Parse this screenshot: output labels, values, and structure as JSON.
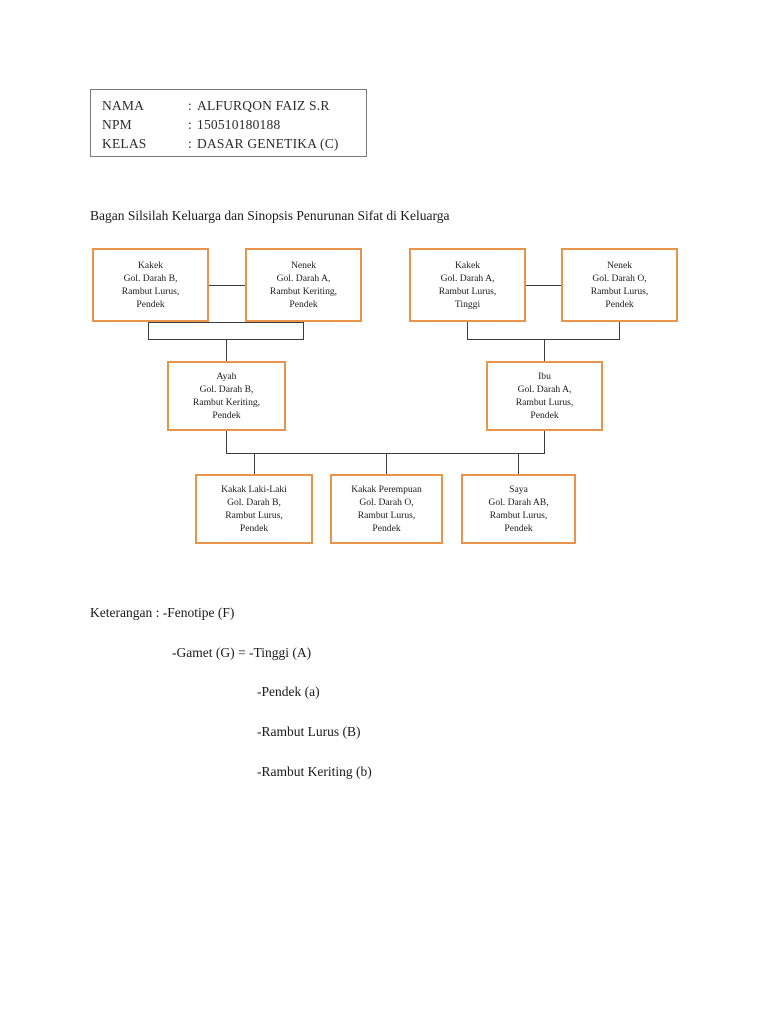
{
  "identity": {
    "rows": [
      {
        "label": "NAMA",
        "sep": ":",
        "value": "ALFURQON FAIZ S.R"
      },
      {
        "label": "NPM",
        "sep": ":",
        "value": "150510180188"
      },
      {
        "label": "KELAS",
        "sep": ":",
        "value": "DASAR GENETIKA (C)"
      }
    ]
  },
  "document": {
    "title": "Bagan Silsilah Keluarga dan Sinopsis Penurunan Sifat di Keluarga"
  },
  "colors": {
    "node_border": "#E8944B",
    "connector": "#3c3c3c",
    "id_box_border": "#7a7a7a",
    "text": "#1a1a1a",
    "background": "#ffffff"
  },
  "pedigree": {
    "generations": [
      {
        "name": "grandparents",
        "nodes": [
          {
            "id": "kakek-paternal",
            "role": "Kakek",
            "lines": [
              "Kakek",
              "Gol. Darah B,",
              "Rambut Lurus,",
              "Pendek"
            ],
            "blood_type": "B",
            "hair": "Rambut Lurus",
            "height": "Pendek"
          },
          {
            "id": "nenek-paternal",
            "role": "Nenek",
            "lines": [
              "Nenek",
              "Gol. Darah A,",
              "Rambut Keriting,",
              "Pendek"
            ],
            "blood_type": "A",
            "hair": "Rambut Keriting",
            "height": "Pendek"
          },
          {
            "id": "kakek-maternal",
            "role": "Kakek",
            "lines": [
              "Kakek",
              "Gol. Darah A,",
              "Rambut Lurus,",
              "Tinggi"
            ],
            "blood_type": "A",
            "hair": "Rambut Lurus",
            "height": "Tinggi"
          },
          {
            "id": "nenek-maternal",
            "role": "Nenek",
            "lines": [
              "Nenek",
              "Gol. Darah O,",
              "Rambut Lurus,",
              "Pendek"
            ],
            "blood_type": "O",
            "hair": "Rambut Lurus",
            "height": "Pendek"
          }
        ]
      },
      {
        "name": "parents",
        "nodes": [
          {
            "id": "ayah",
            "role": "Ayah",
            "lines": [
              "Ayah",
              "Gol. Darah B,",
              "Rambut Keriting,",
              "Pendek"
            ],
            "blood_type": "B",
            "hair": "Rambut Keriting",
            "height": "Pendek"
          },
          {
            "id": "ibu",
            "role": "Ibu",
            "lines": [
              "Ibu",
              "Gol. Darah A,",
              "Rambut Lurus,",
              "Pendek"
            ],
            "blood_type": "A",
            "hair": "Rambut Lurus",
            "height": "Pendek"
          }
        ]
      },
      {
        "name": "children",
        "nodes": [
          {
            "id": "kakak-laki-laki",
            "role": "Kakak Laki-Laki",
            "lines": [
              "Kakak Laki-Laki",
              "Gol. Darah B,",
              "Rambut Lurus,",
              "Pendek"
            ],
            "blood_type": "B",
            "hair": "Rambut Lurus",
            "height": "Pendek"
          },
          {
            "id": "kakak-perempuan",
            "role": "Kakak Perempuan",
            "lines": [
              "Kakak Perempuan",
              "Gol. Darah O,",
              "Rambut Lurus,",
              "Pendek"
            ],
            "blood_type": "O",
            "hair": "Rambut Lurus",
            "height": "Pendek"
          },
          {
            "id": "saya",
            "role": "Saya",
            "lines": [
              "Saya",
              "Gol. Darah AB,",
              "Rambut Lurus,",
              "Pendek"
            ],
            "blood_type": "AB",
            "hair": "Rambut Lurus",
            "height": "Pendek"
          }
        ]
      }
    ]
  },
  "legend": {
    "lines": [
      "Keterangan : -Fenotipe (F)",
      "-Gamet (G) = -Tinggi (A)",
      "-Pendek (a)",
      "-Rambut Lurus (B)",
      "-Rambut Keriting (b)"
    ]
  }
}
